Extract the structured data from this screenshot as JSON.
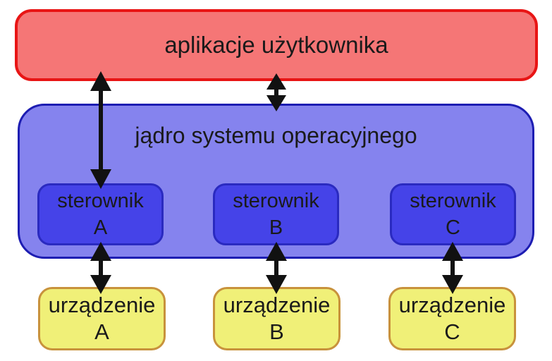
{
  "diagram": {
    "background": "#ffffff",
    "text_color": "#1a1a1a",
    "arrow_color": "#111111",
    "user_apps": {
      "label": "aplikacje użytkownika",
      "fill": "#f57676",
      "border": "#e81515"
    },
    "kernel": {
      "label": "jądro systemu operacyjnego",
      "fill": "#8583ee",
      "border": "#1d1db2"
    },
    "driver_style": {
      "fill": "#4543e8",
      "border": "#2a2ac0"
    },
    "drivers": [
      {
        "line1": "sterownik",
        "line2": "A"
      },
      {
        "line1": "sterownik",
        "line2": "B"
      },
      {
        "line1": "sterownik",
        "line2": "C"
      }
    ],
    "device_style": {
      "fill": "#f0f078",
      "border": "#c8923c"
    },
    "devices": [
      {
        "line1": "urządzenie",
        "line2": "A"
      },
      {
        "line1": "urządzenie",
        "line2": "B"
      },
      {
        "line1": "urządzenie",
        "line2": "C"
      }
    ]
  }
}
